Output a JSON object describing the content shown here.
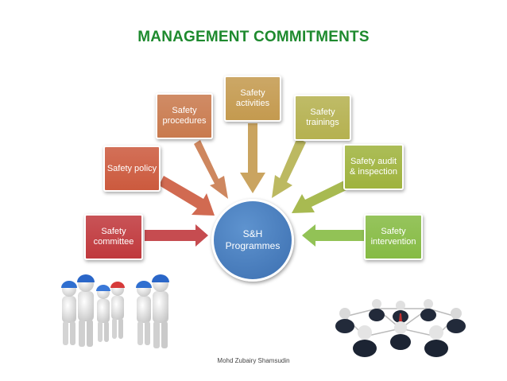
{
  "title": "MANAGEMENT COMMITMENTS",
  "hub": {
    "line1": "S&H",
    "line2": "Programmes",
    "color": "#4a7fc1"
  },
  "items": [
    {
      "label": "Safety committee",
      "color": "#c0393d"
    },
    {
      "label": "Safety policy",
      "color": "#cc5a3e"
    },
    {
      "label": "Safety procedures",
      "color": "#c97a4e"
    },
    {
      "label": "Safety activities",
      "color": "#c49a4f"
    },
    {
      "label": "Safety trainings",
      "color": "#b5b150"
    },
    {
      "label": "Safety audit & inspection",
      "color": "#9fb33e"
    },
    {
      "label": "Safety intervention",
      "color": "#86bb44"
    }
  ],
  "footer": "Mohd Zubairy Shamsudin",
  "illustrations": {
    "left": "team-of-workers-with-hard-hats-icon",
    "right": "business-network-people-icon"
  }
}
